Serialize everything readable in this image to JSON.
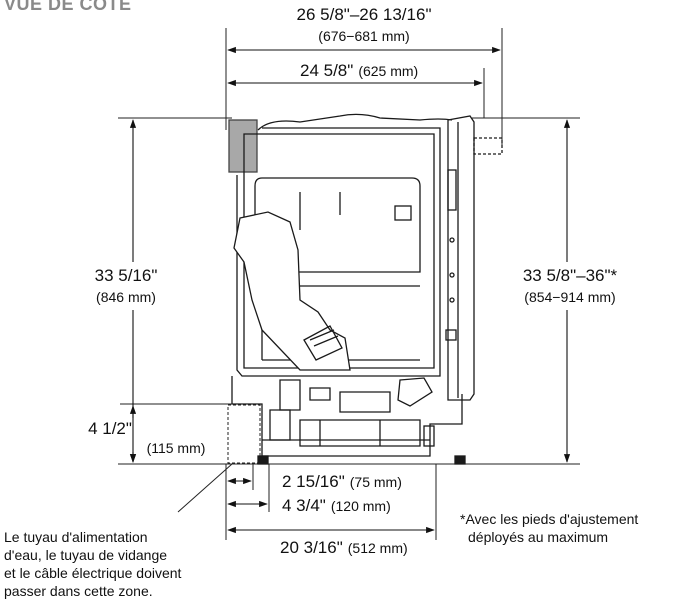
{
  "title": "VUE DE COTE",
  "dimensions": {
    "overall_depth": {
      "main": "26 5/8\"–26 13/16\"",
      "sub": "(676−681 mm)"
    },
    "cabinet_depth": {
      "main": "24 5/8\"",
      "sub": "(625 mm)"
    },
    "height_left": {
      "main": "33 5/16\"",
      "sub": "(846 mm)"
    },
    "height_right": {
      "main": "33 5/8\"–36\"*",
      "sub": "(854−914 mm)"
    },
    "utility_height": {
      "main": "4 1/2\"",
      "sub": "(115 mm)"
    },
    "dim_75": {
      "main": "2 15/16\"",
      "sub": "(75 mm)"
    },
    "dim_120": {
      "main": "4 3/4\"",
      "sub": "(120 mm)"
    },
    "dim_512": {
      "main": "20 3/16\"",
      "sub": "(512 mm)"
    }
  },
  "notes": {
    "utility_zone": [
      "Le tuyau d'alimentation",
      "d'eau, le tuyau de vidange",
      "et le câble électrique doivent",
      "passer dans cette zone."
    ],
    "footnote": [
      "*Avec les pieds d'ajustement",
      "déployés au maximum"
    ]
  }
}
